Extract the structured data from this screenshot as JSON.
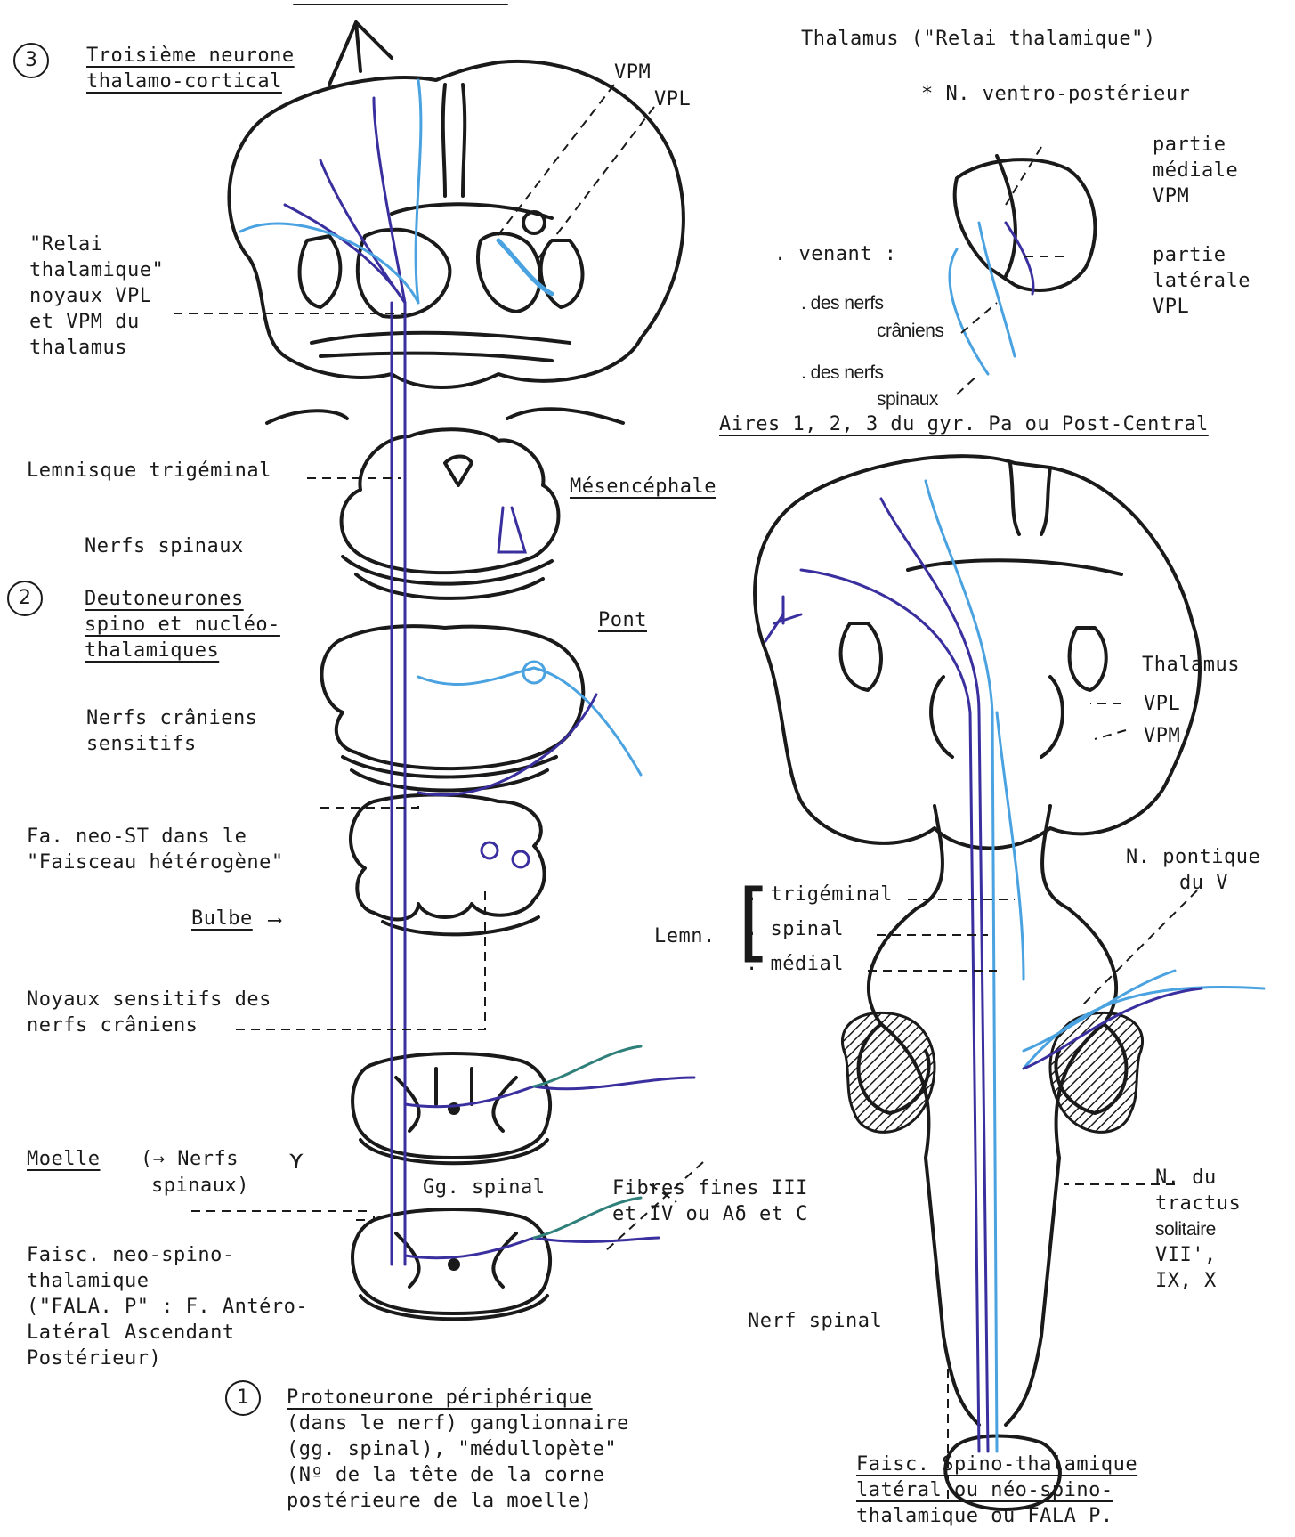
{
  "labels": {
    "n3": "3",
    "troisieme_1": "Troisième neurone",
    "troisieme_2": "thalamo-cortical",
    "vpm_top": "VPM",
    "vpl_top": "VPL",
    "thalamus_title": "Thalamus (\"Relai thalamique\")",
    "ventro_post": "* N. ventro-postérieur",
    "partie_mediale": [
      "partie",
      "médiale",
      "VPM"
    ],
    "partie_laterale": [
      "partie",
      "latérale",
      "VPL"
    ],
    "venant": ". venant :",
    "des_nerfs_craniens_1": ". des nerfs",
    "des_nerfs_craniens_2": "crâniens",
    "des_nerfs_spinaux_1": ". des nerfs",
    "des_nerfs_spinaux_2": "spinaux",
    "relai": [
      "\"Relai",
      "thalamique\"",
      "noyaux VPL",
      "et VPM du",
      "thalamus"
    ],
    "aires": "Aires 1, 2, 3 du gyr. Pa ou Post-Central",
    "lemnisque_trig": "Lemnisque trigéminal",
    "mesencephale": "Mésencéphale",
    "nerfs_spinaux": "Nerfs spinaux",
    "n2": "2",
    "deuto": [
      "Deutoneurones",
      "spino et nucléo-",
      "thalamiques"
    ],
    "pont": "Pont",
    "nerfs_craniens": [
      "Nerfs crâniens",
      "sensitifs"
    ],
    "thalamus_r": "Thalamus",
    "vpl_r": "VPL",
    "vpm_r": "VPM",
    "fa_neo": [
      "Fa. neo-ST dans le",
      "\"Faisceau hétérogène\""
    ],
    "n_pontique": [
      "N. pontique",
      "du V"
    ],
    "bulbe": "Bulbe",
    "lemn_items": [
      ". trigéminal",
      ". spinal",
      ". médial"
    ],
    "lemn": "Lemn.",
    "noyaux_sens": [
      "Noyaux sensitifs des",
      "nerfs crâniens"
    ],
    "moelle": "Moelle",
    "moelle_2": "(→  Nerfs",
    "moelle_3": "spinaux)",
    "gg_spinal": "Gg. spinal",
    "fibres": [
      "Fibres fines III",
      "et IV ou Aδ et C"
    ],
    "n_tractus": [
      "N. du",
      "tractus",
      "solitaire",
      "VII',",
      "IX, X"
    ],
    "faisc_neo": [
      "Faisc. neo-spino-",
      "thalamique",
      "(\"FALA. P\" : F. Antéro-",
      "Latéral Ascendant",
      "Postérieur)"
    ],
    "nerf_spinal": "Nerf spinal",
    "n1": "1",
    "proto": [
      "Protoneurone périphérique",
      "(dans le nerf) ganglionnaire",
      "(gg. spinal), \"médullopète\"",
      "(Nº de la tête de la corne",
      "postérieure de la moelle)"
    ],
    "faisc_spino": [
      "Faisc. Spino-thalamique",
      "latéral  ou néo-spino-",
      "thalamique ou FALA P."
    ]
  },
  "colors": {
    "ink": "#1a1a1a",
    "dark_blue": "#3a2f9e",
    "light_blue": "#4aa3e0",
    "teal": "#2f7f7a",
    "red": "#d23a3a"
  }
}
